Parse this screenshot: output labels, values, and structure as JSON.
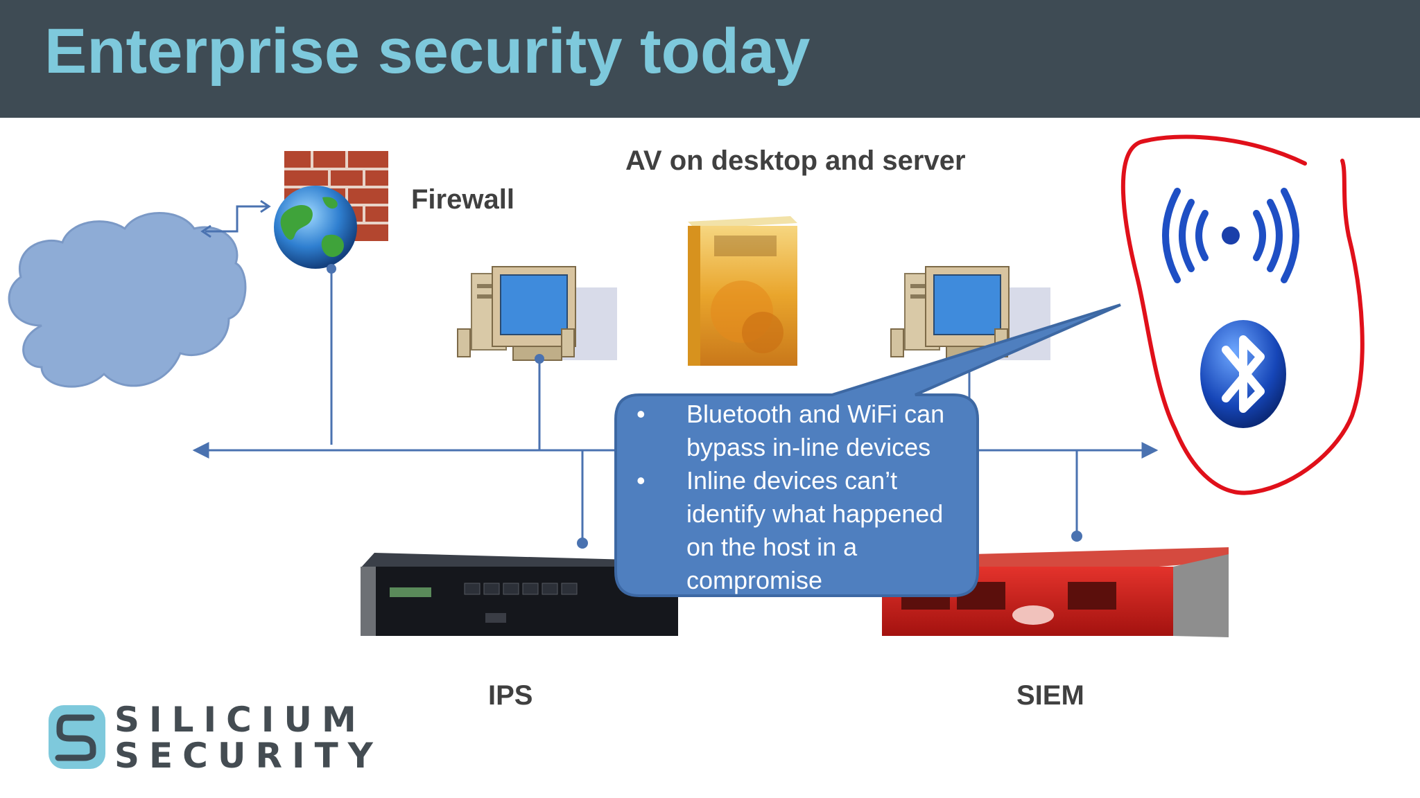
{
  "slide": {
    "title": "Enterprise security today"
  },
  "labels": {
    "firewall": "Firewall",
    "av": "AV on desktop and server",
    "ips": "IPS",
    "siem": "SIEM"
  },
  "callout": {
    "bullets": [
      "Bluetooth and WiFi can bypass in-line devices",
      "Inline devices can’t identify what happened on the host in a compromise"
    ],
    "bullet_char": "•"
  },
  "logo": {
    "line1": "SILICIUM",
    "line2": "SECURITY"
  },
  "icons": [
    "cloud-icon",
    "globe-icon",
    "brick-wall-icon",
    "desktop-computer-icon",
    "software-box-icon",
    "wifi-icon",
    "bluetooth-icon",
    "ips-appliance-icon",
    "siem-appliance-icon"
  ],
  "colors": {
    "header_bg": "#3e4b54",
    "title": "#7ec9dc",
    "network_line": "#4a72b0",
    "callout_fill": "#4f7fbf",
    "highlight": "#e0101a"
  }
}
